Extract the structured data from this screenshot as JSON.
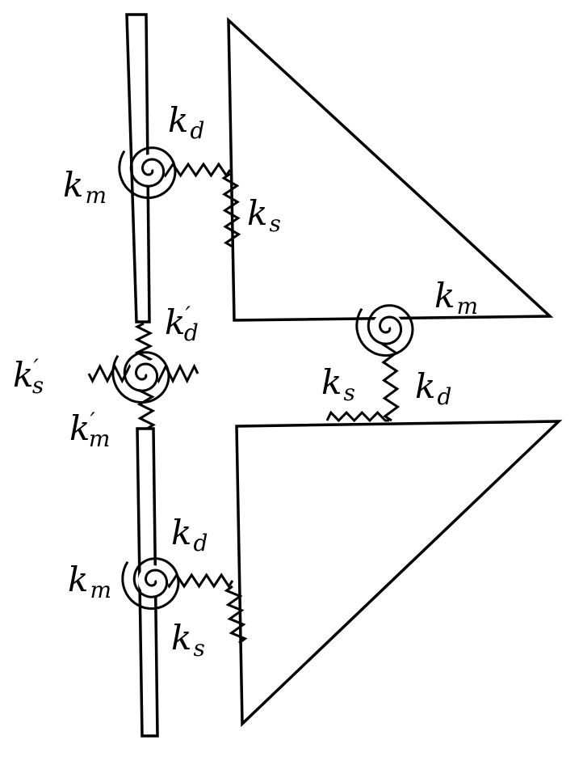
{
  "labels": [
    {
      "k": "k",
      "prime": "",
      "sub": "d"
    },
    {
      "k": "k",
      "prime": "",
      "sub": "m"
    },
    {
      "k": "k",
      "prime": "",
      "sub": "s"
    },
    {
      "k": "k",
      "prime": "",
      "sub": "m"
    },
    {
      "k": "k",
      "prime": "′",
      "sub": "d"
    },
    {
      "k": "k",
      "prime": "′",
      "sub": "s"
    },
    {
      "k": "k",
      "prime": "′",
      "sub": "m"
    },
    {
      "k": "k",
      "prime": "",
      "sub": "s"
    },
    {
      "k": "k",
      "prime": "",
      "sub": "d"
    },
    {
      "k": "k",
      "prime": "",
      "sub": "d"
    },
    {
      "k": "k",
      "prime": "",
      "sub": "m"
    },
    {
      "k": "k",
      "prime": "",
      "sub": "s"
    }
  ]
}
